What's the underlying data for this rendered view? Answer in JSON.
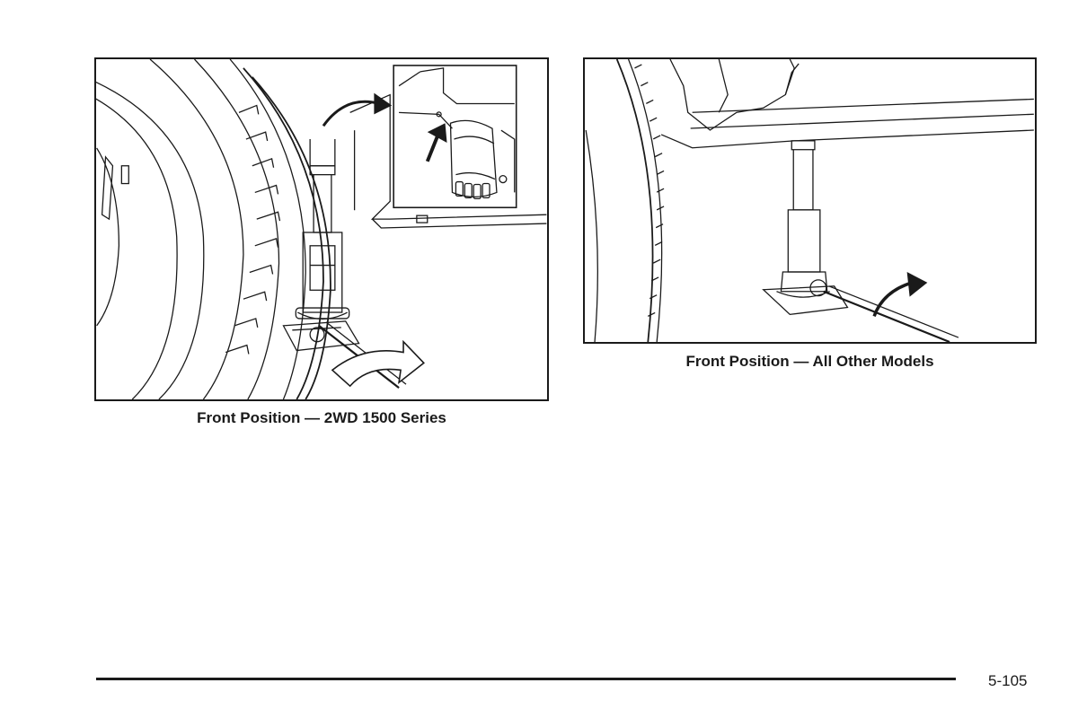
{
  "figures": [
    {
      "caption": "Front Position — 2WD 1500 Series",
      "inset": true
    },
    {
      "caption": "Front Position — All Other Models",
      "inset": false
    }
  ],
  "page_number": "5-105"
}
